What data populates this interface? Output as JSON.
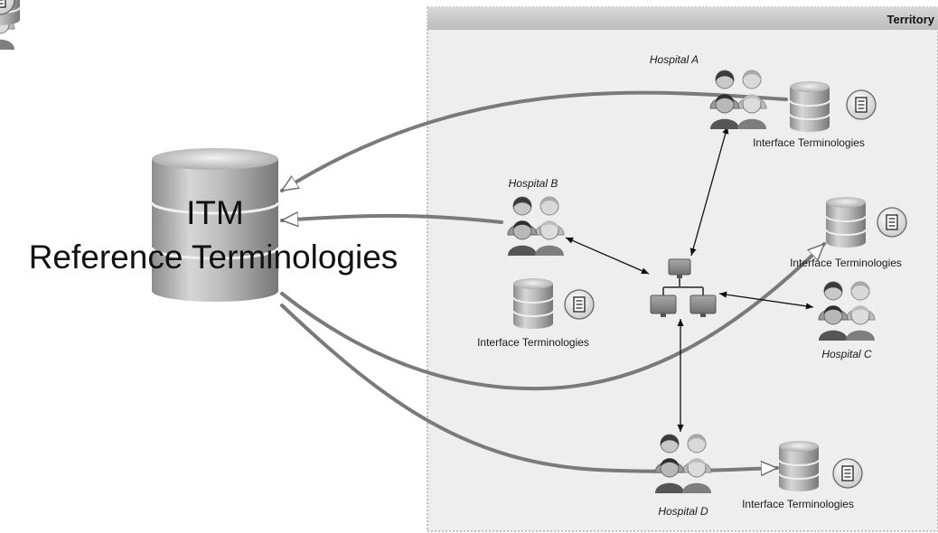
{
  "territory": {
    "title": "Territory"
  },
  "itm": {
    "line1": "ITM",
    "line2": "Reference Terminologies"
  },
  "hospitals": [
    {
      "id": "a",
      "name": "Hospital A",
      "db_label": "Interface Terminologies"
    },
    {
      "id": "b",
      "name": "Hospital B",
      "db_label": "Interface Terminologies"
    },
    {
      "id": "c",
      "name": "Hospital C",
      "db_label": "Interface Terminologies"
    },
    {
      "id": "d",
      "name": "Hospital D",
      "db_label": "Interface Terminologies"
    }
  ],
  "colors": {
    "flow_arrow": "#7a7a7a",
    "territory_fill": "#eeeeee",
    "territory_header": "#c8c8c8"
  }
}
